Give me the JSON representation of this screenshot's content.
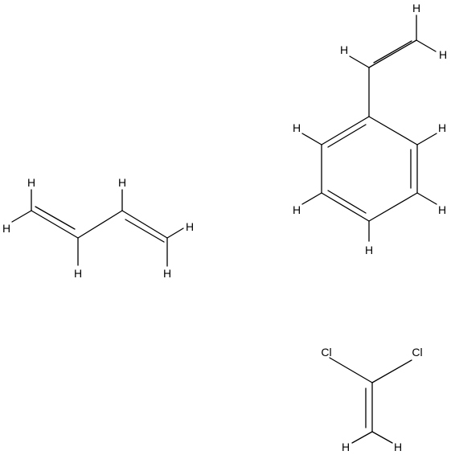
{
  "molecules": {
    "styrene": {
      "atoms": {
        "h_vinyl_terminal_top": "H",
        "h_vinyl_terminal_right": "H",
        "h_vinyl_internal": "H",
        "h_ring_ortho_left": "H",
        "h_ring_ortho_right": "H",
        "h_ring_meta_left": "H",
        "h_ring_meta_right": "H",
        "h_ring_para": "H"
      }
    },
    "butadiene": {
      "atoms": {
        "h_c1_top": "H",
        "h_c1_left": "H",
        "h_c2": "H",
        "h_c3": "H",
        "h_c4_right": "H",
        "h_c4_bottom": "H"
      }
    },
    "vinylidene_chloride": {
      "atoms": {
        "cl_left": "Cl",
        "cl_right": "Cl",
        "h_left": "H",
        "h_right": "H"
      }
    }
  },
  "colors": {
    "background": "#ffffff",
    "bond": "#000000",
    "label": "#000000"
  }
}
